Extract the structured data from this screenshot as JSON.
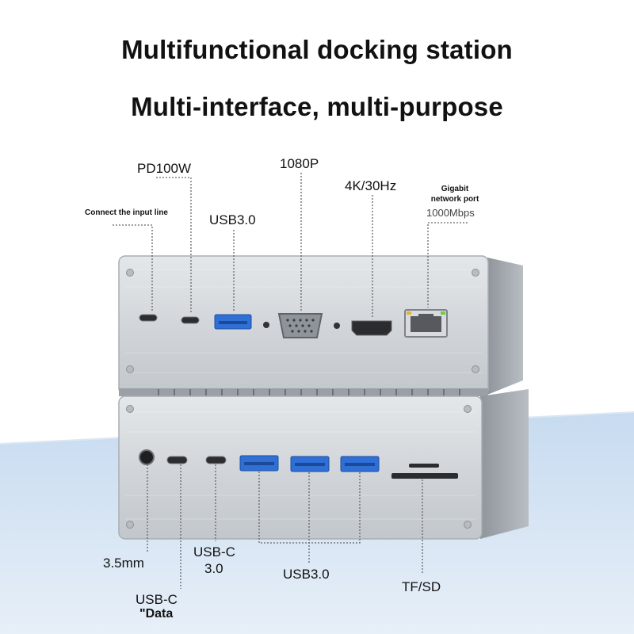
{
  "headline": "Multifunctional docking station",
  "subheadline": "Multi-interface, multi-purpose",
  "top_unit_labels": {
    "input_line": "Connect the input line",
    "pd": "PD100W",
    "usb": "USB3.0",
    "vga": "1080P",
    "hdmi": "4K/30Hz",
    "lan_line1": "Gigabit",
    "lan_line2": "network port",
    "lan_speed": "1000Mbps"
  },
  "bottom_unit_labels": {
    "audio": "3.5mm",
    "usbc_data_line1": "USB-C",
    "usbc_data_line2": "\"Data",
    "usbc30_line1": "USB-C",
    "usbc30_line2": "3.0",
    "usb": "USB3.0",
    "card": "TF/SD"
  },
  "colors": {
    "usb_blue": "#2f6fd6",
    "panel": "#cfd3d8",
    "shadow_band": "#c3d9ee"
  }
}
